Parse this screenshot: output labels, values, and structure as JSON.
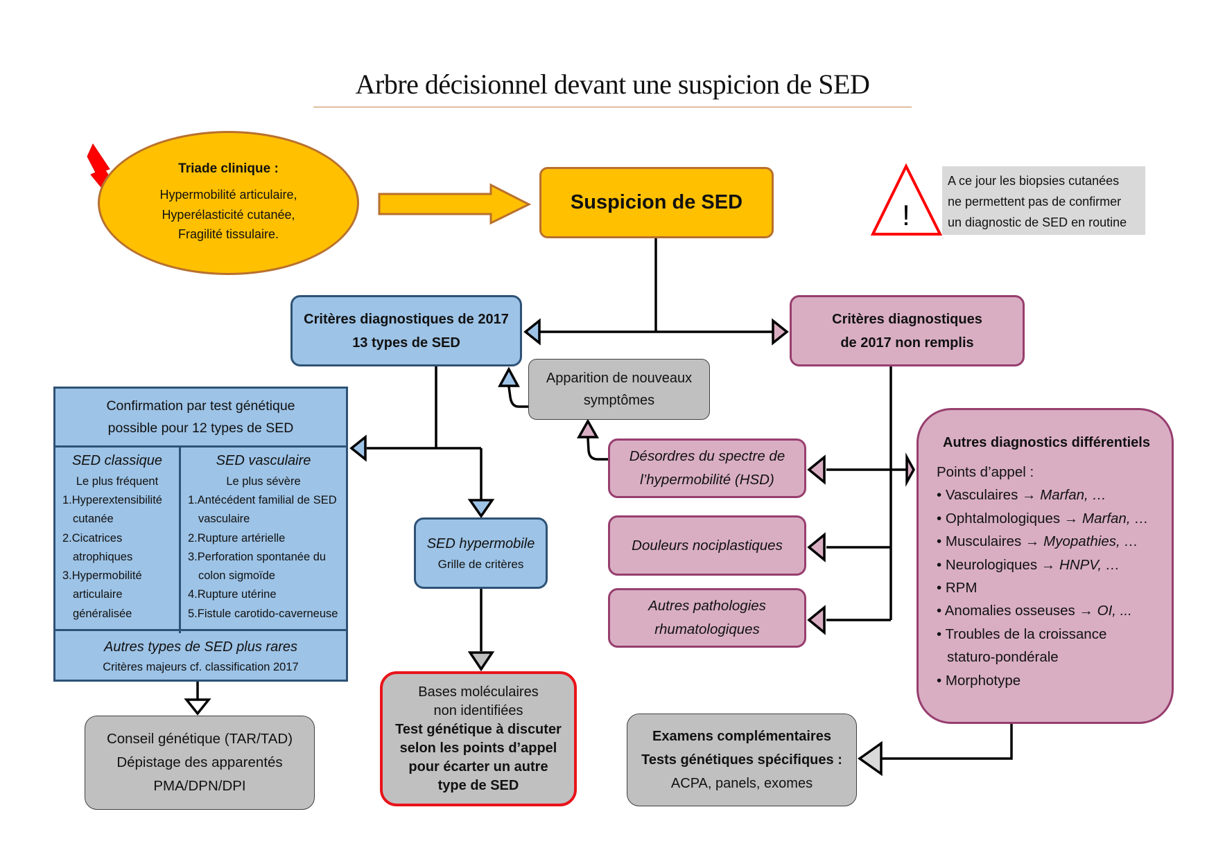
{
  "title": "Arbre décisionnel devant une suspicion de SED",
  "triad": {
    "heading": "Triade clinique :",
    "lines": [
      "Hypermobilité articulaire,",
      "Hyperélasticité cutanée,",
      "Fragilité tissulaire."
    ],
    "icon": "lightning-bolt-icon"
  },
  "suspicion": {
    "label": "Suspicion de SED"
  },
  "warning": {
    "icon": "warning-triangle-icon",
    "symbol": "!",
    "lines": [
      "A ce jour les biopsies cutanées",
      "ne permettent pas de confirmer",
      "un diagnostic de SED en routine"
    ]
  },
  "criteria_met": {
    "lines": [
      "Critères diagnostiques de 2017",
      "13 types de SED"
    ]
  },
  "criteria_not_met": {
    "lines": [
      "Critères diagnostiques",
      "de 2017 non remplis"
    ]
  },
  "new_symptoms": {
    "lines": [
      "Apparition de nouveaux",
      "symptômes"
    ]
  },
  "confirmation": {
    "header": [
      "Confirmation par test génétique",
      "possible pour 12 types de SED"
    ],
    "classic": {
      "title": "SED classique",
      "subtitle": "Le plus fréquent",
      "items": [
        "1.Hyperextensibilité cutanée",
        "2.Cicatrices atrophiques",
        "3.Hypermobilité articulaire généralisée"
      ]
    },
    "vascular": {
      "title": "SED vasculaire",
      "subtitle": "Le plus sévère",
      "items": [
        "1.Antécédent familial de SED vasculaire",
        "2.Rupture artérielle",
        "3.Perforation spontanée du colon sigmoïde",
        "4.Rupture utérine",
        "5.Fistule carotido-caverneuse"
      ]
    },
    "footer": {
      "title": "Autres types de SED plus rares",
      "subtitle": "Critères majeurs cf. classification 2017"
    }
  },
  "hypermobile": {
    "title": "SED hypermobile",
    "subtitle": "Grille de critères"
  },
  "hsd": {
    "lines": [
      "Désordres du spectre de",
      "l’hypermobilité (HSD)"
    ]
  },
  "pain": {
    "label": "Douleurs nociplastiques"
  },
  "rheumato": {
    "lines": [
      "Autres pathologies",
      "rhumatologiques"
    ]
  },
  "differential": {
    "title": "Autres diagnostics différentiels",
    "intro": "Points d’appel :",
    "items": [
      {
        "label": "Vasculaires → ",
        "example": "Marfan, …"
      },
      {
        "label": "Ophtalmologiques → ",
        "example": "Marfan, …"
      },
      {
        "label": "Musculaires → ",
        "example": "Myopathies, …"
      },
      {
        "label": "Neurologiques → ",
        "example": "HNPV, …"
      },
      {
        "label": "RPM",
        "example": ""
      },
      {
        "label": "Anomalies osseuses → ",
        "example": "OI, ..."
      },
      {
        "label": "Troubles de la croissance staturo-pondérale",
        "example": ""
      },
      {
        "label": "Morphotype",
        "example": ""
      }
    ]
  },
  "counseling": {
    "lines": [
      "Conseil génétique (TAR/TAD)",
      "Dépistage des apparentés",
      "PMA/DPN/DPI"
    ]
  },
  "molecular": {
    "lines_normal": [
      "Bases moléculaires",
      "non identifiées"
    ],
    "lines_bold": [
      "Test génétique à discuter",
      "selon les points d’appel",
      "pour écarter un autre",
      "type de SED"
    ]
  },
  "exams": {
    "lines_bold": [
      "Examens complémentaires",
      "Tests génétiques spécifiques :"
    ],
    "line": "ACPA, panels, exomes"
  },
  "colors": {
    "orange": "#ffc000",
    "orange_border": "#b8702e",
    "blue": "#9dc3e6",
    "blue_border": "#2e5276",
    "pink": "#d9aec3",
    "pink_border": "#973e6e",
    "grey": "#c0c0c0",
    "red": "#e8141b",
    "note_bg": "#d9d9d9"
  }
}
